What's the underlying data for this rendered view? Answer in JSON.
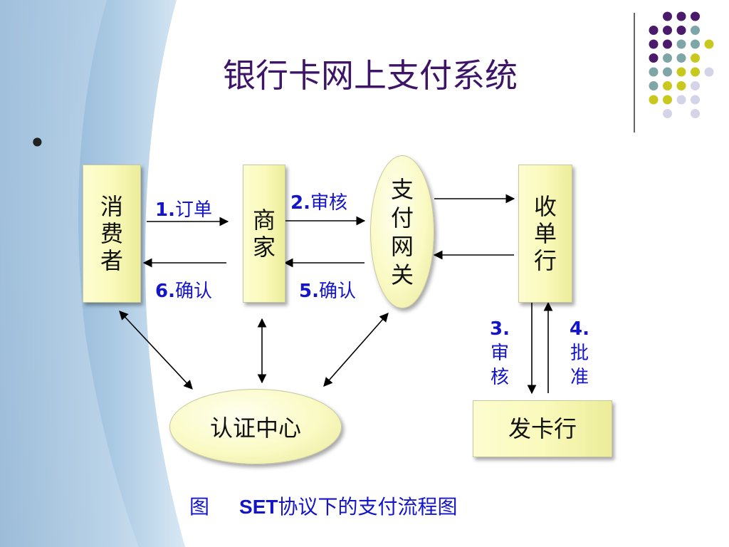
{
  "title": "银行卡网上支付系统",
  "bullet": "•",
  "nodes": {
    "consumer": [
      "消",
      "费",
      "者"
    ],
    "merchant": [
      "商",
      "家"
    ],
    "gateway": [
      "支",
      "付",
      "网",
      "关"
    ],
    "acquirer": [
      "收",
      "单",
      "行"
    ],
    "ca": "认证中心",
    "issuer": "发卡行"
  },
  "edges": {
    "order_num": "1.",
    "order_text": "订单",
    "review_num": "2.",
    "review_text": "审核",
    "issuer_review_num": "3.",
    "issuer_review_chars": [
      "审",
      "核"
    ],
    "approve_num": "4.",
    "approve_chars": [
      "批",
      "准"
    ],
    "confirm5_num": "5.",
    "confirm5_text": "确认",
    "confirm6_num": "6.",
    "confirm6_text": "确认"
  },
  "caption": {
    "figure": "图",
    "bold": "SET",
    "text": "协议下的支付流程图"
  },
  "colors": {
    "title": "#3d1466",
    "label": "#1414c8",
    "box_fill": "#fafabc",
    "dot_purple": "#4b1a6b",
    "dot_teal": "#7fa6a6",
    "dot_yellow": "#c8c81e",
    "dot_lavender": "#d4d4e8"
  }
}
